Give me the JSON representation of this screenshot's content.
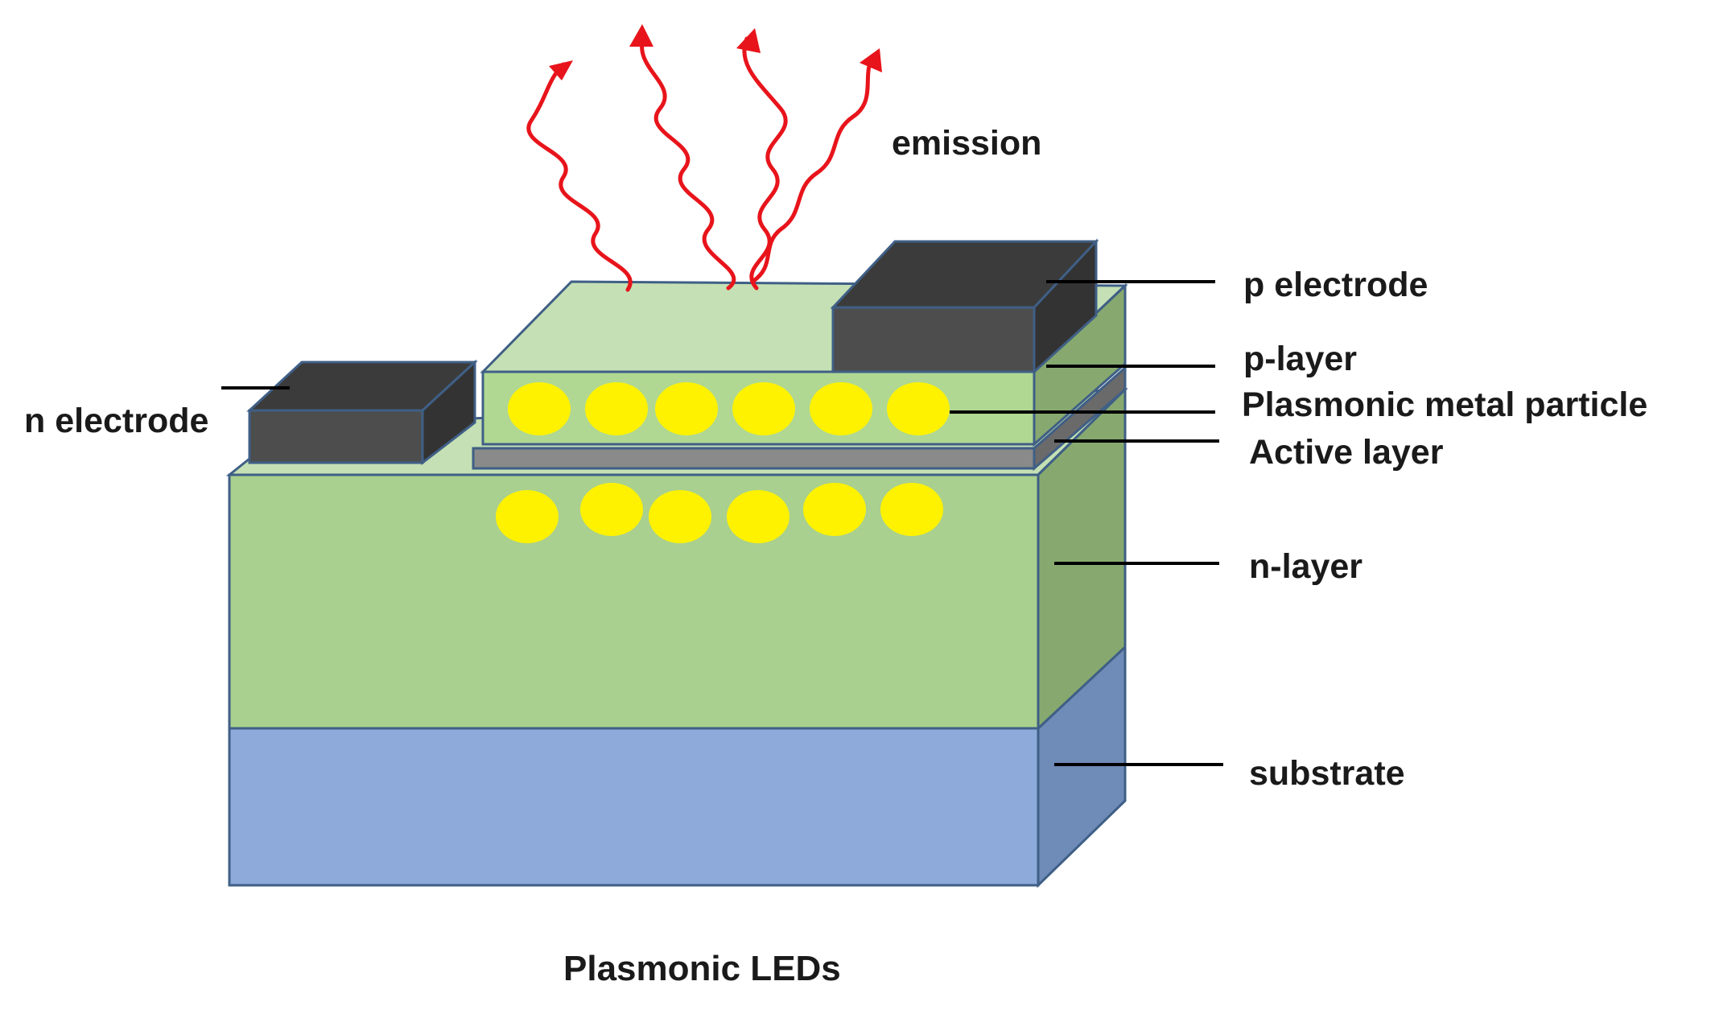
{
  "title": "",
  "labels": {
    "emission": "emission",
    "p_electrode": "p electrode",
    "p_layer": "p-layer",
    "plasmonic_particle": "Plasmonic metal particle",
    "active_layer": "Active layer",
    "n_electrode": "n electrode",
    "n_layer": "n-layer",
    "substrate": "substrate"
  },
  "caption": "Plasmonic LEDs",
  "colors": {
    "substrate_front": "#8eaadb",
    "substrate_side": "#6f8bb7",
    "n_layer_front": "#a9d08e",
    "n_layer_top": "#c5e0b4",
    "n_layer_side": "#87a96f",
    "p_layer_front": "#b0d892",
    "p_layer_top": "#c5e0b4",
    "active_layer": "#8a8a8a",
    "electrode_front": "#4d4d4d",
    "electrode_top": "#3b3b3b",
    "particle": "#fff200",
    "emission": "#e8141b",
    "edge": "#3f5f86"
  },
  "icons": {
    "emission": "wavy-arrow-icon",
    "particle": "circle"
  }
}
